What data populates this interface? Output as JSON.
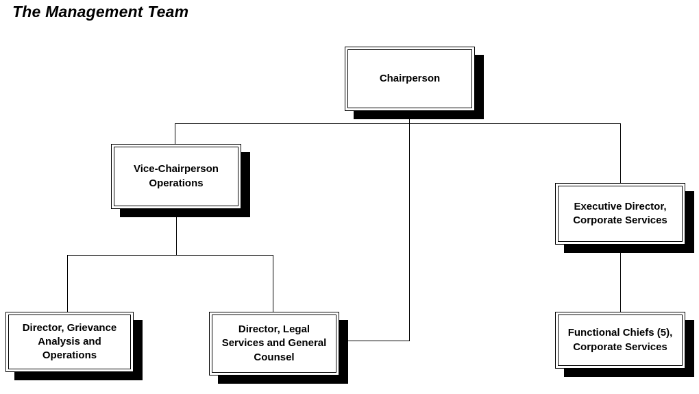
{
  "title": "The Management Team",
  "diagram_type": "org-chart",
  "nodes": [
    {
      "id": "chairperson",
      "label": "Chairperson"
    },
    {
      "id": "vice-chairperson-operations",
      "label": "Vice-Chairperson\nOperations"
    },
    {
      "id": "executive-director-corporate-services",
      "label": "Executive Director,\nCorporate Services"
    },
    {
      "id": "director-grievance-analysis-operations",
      "label": "Director, Grievance\nAnalysis and\nOperations"
    },
    {
      "id": "director-legal-services-general-counsel",
      "label": "Director, Legal\nServices and General\nCounsel"
    },
    {
      "id": "functional-chiefs-corporate-services",
      "label": "Functional Chiefs (5),\nCorporate Services"
    }
  ],
  "edges": [
    {
      "from": "chairperson",
      "to": "vice-chairperson-operations"
    },
    {
      "from": "chairperson",
      "to": "executive-director-corporate-services"
    },
    {
      "from": "chairperson",
      "to": "director-legal-services-general-counsel"
    },
    {
      "from": "vice-chairperson-operations",
      "to": "director-grievance-analysis-operations"
    },
    {
      "from": "vice-chairperson-operations",
      "to": "director-legal-services-general-counsel"
    },
    {
      "from": "executive-director-corporate-services",
      "to": "functional-chiefs-corporate-services"
    }
  ],
  "colors": {
    "background": "#ffffff",
    "box_fill": "#ffffff",
    "box_border": "#000000",
    "box_shadow": "#000000",
    "connector": "#000000",
    "text": "#000000"
  }
}
